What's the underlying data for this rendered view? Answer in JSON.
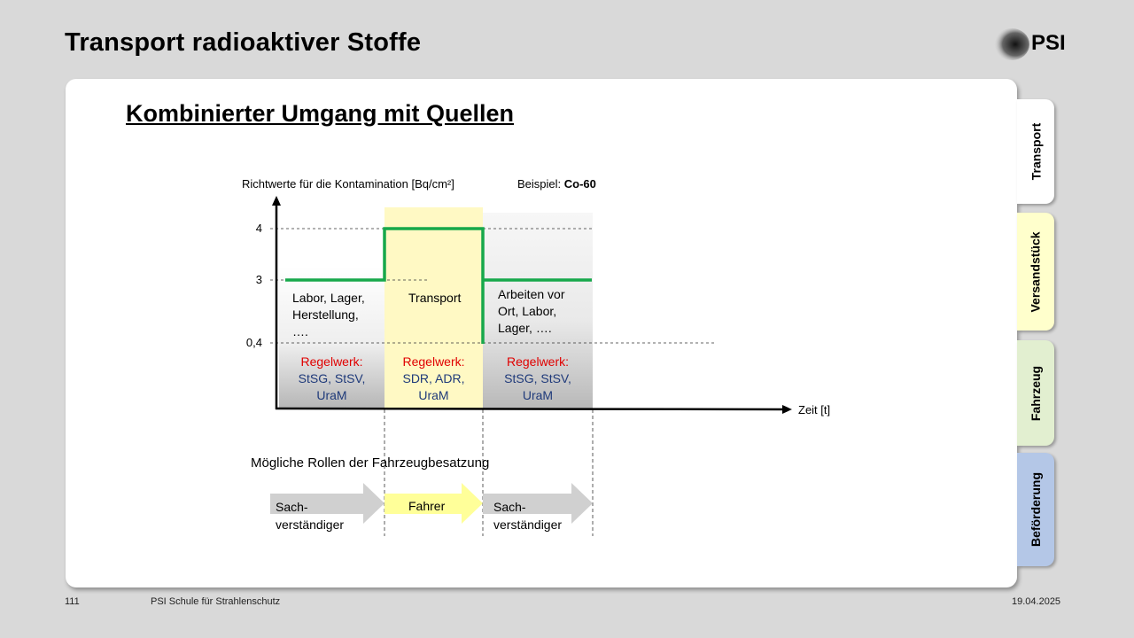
{
  "header": {
    "title": "Transport radioaktiver Stoffe",
    "logo_text": "PSI"
  },
  "subtitle": "Kombinierter Umgang mit Quellen",
  "tabs": [
    {
      "label": "Transport",
      "color": "#ffffff"
    },
    {
      "label": "Versandstück",
      "color": "#ffffcc"
    },
    {
      "label": "Fahrzeug",
      "color": "#e2efd0"
    },
    {
      "label": "Beförderung",
      "color": "#b4c7e7"
    }
  ],
  "footer": {
    "page": "111",
    "org": "PSI Schule für Strahlenschutz",
    "date": "19.04.2025"
  },
  "chart_data": {
    "type": "line",
    "ylabel": "Richtwerte für die Kontamination [Bq/cm²]",
    "example_label": "Beispiel: ",
    "example_value": "Co-60",
    "xlabel": "Zeit [t]",
    "y_ticks": [
      "4",
      "3",
      "0,4"
    ],
    "series": [
      {
        "x": [
          "Labor, Lager, Herstellung, ….",
          "Transport",
          "Arbeiten vor Ort, Labor, Lager, …."
        ],
        "values": [
          3,
          4,
          3
        ]
      }
    ],
    "phases": [
      {
        "label": [
          "Labor, Lager,",
          "Herstellung,",
          "…."
        ],
        "regelwerk": "Regelwerk:",
        "rules": [
          "StSG, StSV,",
          "UraM"
        ]
      },
      {
        "label": [
          "Transport"
        ],
        "regelwerk": "Regelwerk:",
        "rules": [
          "SDR, ADR,",
          "UraM"
        ]
      },
      {
        "label": [
          "Arbeiten vor",
          "Ort, Labor,",
          "Lager, …."
        ],
        "regelwerk": "Regelwerk:",
        "rules": [
          "StSG, StSV,",
          "UraM"
        ]
      }
    ],
    "colors": {
      "line": "#17a84b",
      "transport_band": "#fff9c4",
      "role_arrow": "#d0d0d0",
      "driver_arrow": "#ffff99"
    }
  },
  "roles": {
    "title": "Mögliche Rollen der Fahrzeugbesatzung",
    "items": [
      {
        "lines": [
          "Sach-",
          "verständiger"
        ]
      },
      {
        "lines": [
          "Fahrer"
        ]
      },
      {
        "lines": [
          "Sach-",
          "verständiger"
        ]
      }
    ]
  }
}
